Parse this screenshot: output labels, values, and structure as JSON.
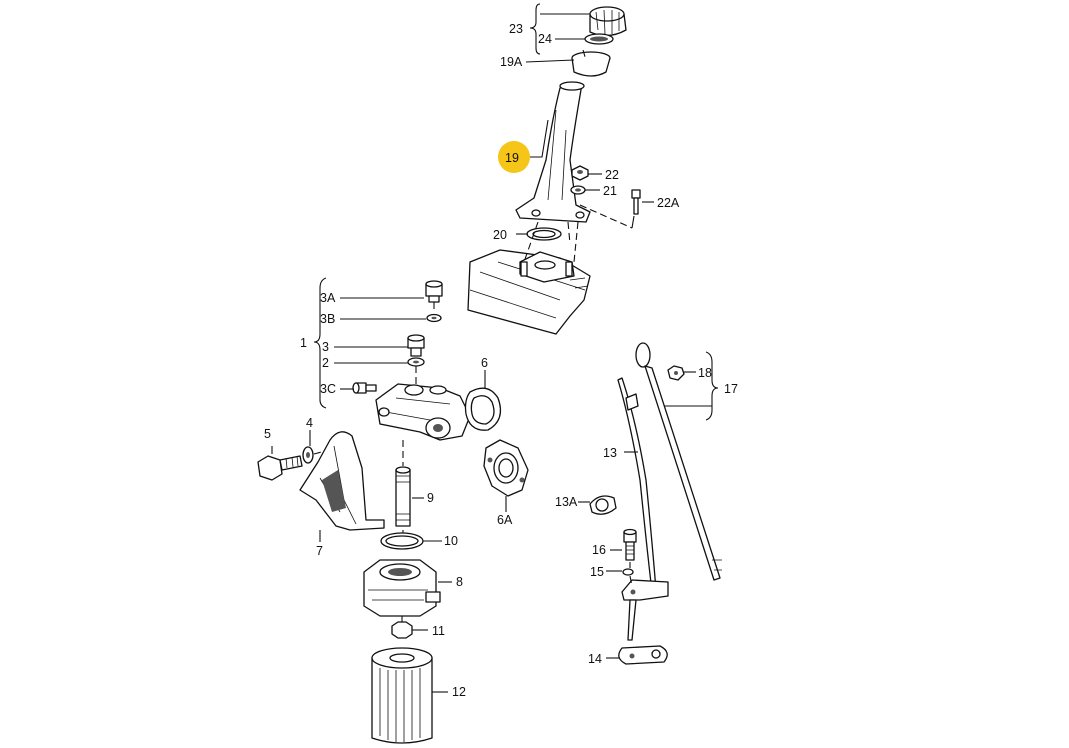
{
  "diagram": {
    "highlight_color": "#f5c518",
    "highlighted_callout": "19",
    "callouts": {
      "c23": "23",
      "c24": "24",
      "c19A": "19A",
      "c19": "19",
      "c22": "22",
      "c21": "21",
      "c22A": "22A",
      "c20": "20",
      "c1": "1",
      "c3A": "3A",
      "c3B": "3B",
      "c3": "3",
      "c2": "2",
      "c3C": "3C",
      "c4": "4",
      "c5": "5",
      "c6": "6",
      "c6A": "6A",
      "c7": "7",
      "c8": "8",
      "c9": "9",
      "c10": "10",
      "c11": "11",
      "c12": "12",
      "c13": "13",
      "c13A": "13A",
      "c14": "14",
      "c15": "15",
      "c16": "16",
      "c17": "17",
      "c18": "18"
    }
  }
}
